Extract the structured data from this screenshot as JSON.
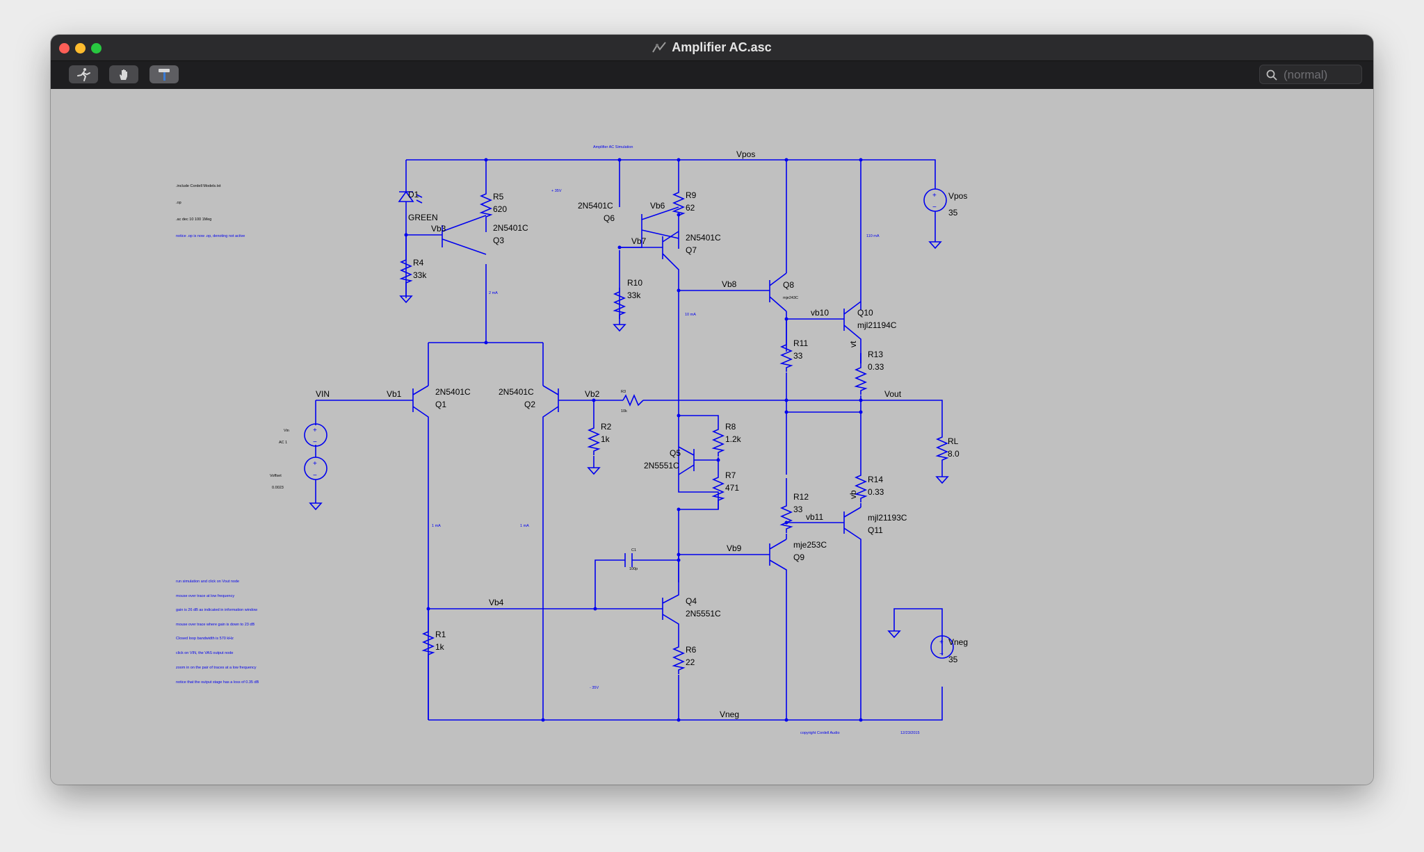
{
  "window": {
    "title": "Amplifier AC.asc"
  },
  "toolbar": {
    "search_placeholder": "(normal)"
  },
  "colors": {
    "wire": "#0000ee",
    "canvas": "#c0c0c0",
    "titlebar": "#2b2b2d"
  },
  "schematic": {
    "title": "Amplifier AC Simulation",
    "directives": [
      ".include Cordell Models.txt",
      ".op",
      ".ac dec 10 100 1Meg"
    ],
    "note": "notice .op is now .op, denoting not active",
    "instructions": [
      "run simulation and click on Vout node",
      "mouse over trace at low frequency",
      "gain is 26 dB as indicated in information window",
      "mouse over trace where gain is down to 23 dB",
      "Closed loop bandwidth is 570 kHz",
      "click on VIN, the VAS output node",
      "zoom in on the pair of traces at a low frequency",
      "notice that the output stage has a loss of 0.35 dB"
    ],
    "footer": {
      "copyright": "copyright Cordell Audio",
      "date": "12/23/2015"
    },
    "nets": {
      "vpos": "Vpos",
      "vneg": "Vneg",
      "vin": "VIN",
      "vout": "Vout",
      "vb1": "Vb1",
      "vb2": "Vb2",
      "vb3": "Vb3",
      "vb4": "Vb4",
      "vb6": "Vb6",
      "vb7": "Vb7",
      "vb8": "Vb8",
      "vb9": "Vb9",
      "vb10": "vb10",
      "vb11": "vb11",
      "vt": "vt",
      "vb": "vb"
    },
    "components": {
      "d1": {
        "ref": "D1",
        "value": "GREEN"
      },
      "r5": {
        "ref": "R5",
        "value": "620"
      },
      "r4": {
        "ref": "R4",
        "value": "33k"
      },
      "q3": {
        "ref": "Q3",
        "model": "2N5401C"
      },
      "r9": {
        "ref": "R9",
        "value": "62"
      },
      "q6": {
        "ref": "Q6",
        "model": "2N5401C"
      },
      "q7": {
        "ref": "Q7",
        "model": "2N5401C"
      },
      "r10": {
        "ref": "R10",
        "value": "33k"
      },
      "q8": {
        "ref": "Q8",
        "model": "mje243C"
      },
      "q10": {
        "ref": "Q10",
        "model": "mjl21194C"
      },
      "r11": {
        "ref": "R11",
        "value": "33"
      },
      "r13": {
        "ref": "R13",
        "value": "0.33"
      },
      "q1": {
        "ref": "Q1",
        "model": "2N5401C"
      },
      "q2": {
        "ref": "Q2",
        "model": "2N5401C"
      },
      "r2": {
        "ref": "R2",
        "value": "1k"
      },
      "r3": {
        "ref": "R3",
        "value": "10k"
      },
      "r8": {
        "ref": "R8",
        "value": "1.2k"
      },
      "r7": {
        "ref": "R7",
        "value": "471"
      },
      "q5": {
        "ref": "Q5",
        "model": "2N5551C"
      },
      "rl": {
        "ref": "RL",
        "value": "8.0"
      },
      "r14": {
        "ref": "R14",
        "value": "0.33"
      },
      "r12": {
        "ref": "R12",
        "value": "33"
      },
      "q11": {
        "ref": "Q11",
        "model": "mjl21193C"
      },
      "q9": {
        "ref": "Q9",
        "model": "mje253C"
      },
      "c1": {
        "ref": "C1",
        "value": "100p"
      },
      "q4": {
        "ref": "Q4",
        "model": "2N5551C"
      },
      "r1": {
        "ref": "R1",
        "value": "1k"
      },
      "r6": {
        "ref": "R6",
        "value": "22"
      },
      "vpos_src": {
        "ref": "Vpos",
        "value": "35"
      },
      "vneg_src": {
        "ref": "Vneg",
        "value": "35"
      },
      "vin_src": {
        "ref": "Vin",
        "value": "AC 1"
      },
      "voffset_src": {
        "ref": "Voffset",
        "value": "0.0023"
      }
    },
    "annotations": {
      "v_plus": "+ 35V",
      "v_minus": "- 35V",
      "i_q3": "2 mA",
      "i_q7": "10 mA",
      "i_q10": "110 mA",
      "i_q1": "1 mA",
      "i_q2": "1 mA"
    }
  }
}
